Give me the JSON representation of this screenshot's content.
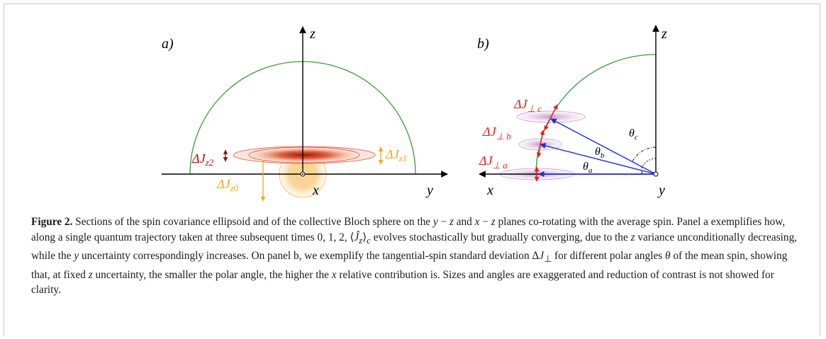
{
  "figure": {
    "panel_a": {
      "label": "a)",
      "axis_z": "z",
      "axis_x": "x",
      "axis_y": "y",
      "delta_jz0": "ΔJ",
      "delta_jz0_sub": "z0",
      "delta_jz1": "ΔJ",
      "delta_jz1_sub": "z1",
      "delta_jz2": "ΔJ",
      "delta_jz2_sub": "z2"
    },
    "panel_b": {
      "label": "b)",
      "axis_z": "z",
      "axis_x": "x",
      "axis_y": "y",
      "perp_a": "ΔJ",
      "perp_a_sub": "⊥ a",
      "perp_b": "ΔJ",
      "perp_b_sub": "⊥ b",
      "perp_c": "ΔJ",
      "perp_c_sub": "⊥ c",
      "theta": "θ",
      "theta_a_sub": "a",
      "theta_b_sub": "b",
      "theta_c_sub": "c"
    },
    "colors": {
      "circle": "#3a9a3a",
      "axis": "#000000",
      "vector": "#1f2fd6",
      "red_label": "#e0201b",
      "orange": "#f2a51c",
      "dark_red": "#b01010"
    }
  },
  "caption": {
    "label": "Figure 2.",
    "seg1": " Sections of the spin covariance ellipsoid and of the collective Bloch sphere on the ",
    "y1": "y",
    "minus1": " − ",
    "z1": "z",
    "seg2": " and ",
    "x2": "x",
    "minus2": " − ",
    "z2": "z",
    "seg3": " planes co-rotating with the average spin. Panel a exemplifies how, along a single quantum trajectory taken at three subsequent times 0, 1, 2, ⟨",
    "jhat": "Ĵ",
    "jz_sub": "z",
    "seg4": "⟩",
    "c_sub": "c",
    "seg5": " evolves stochastically but gradually converging, due to the ",
    "z3": "z",
    "seg6": " variance unconditionally decreasing, while the ",
    "y4": "y",
    "seg7": " uncertainty correspondingly increases. On panel b, we exemplify the tangential-spin standard deviation Δ",
    "j5": "J",
    "perp_sub": "⊥",
    "seg8": " for different polar angles ",
    "theta6": "θ",
    "seg9": " of the mean spin, showing that, at fixed ",
    "z7": "z",
    "seg10": " uncertainty, the smaller the polar angle, the higher the ",
    "x8": "x",
    "seg11": " relative contribution is. Sizes and angles are exaggerated and reduction of contrast is not showed for clarity."
  }
}
